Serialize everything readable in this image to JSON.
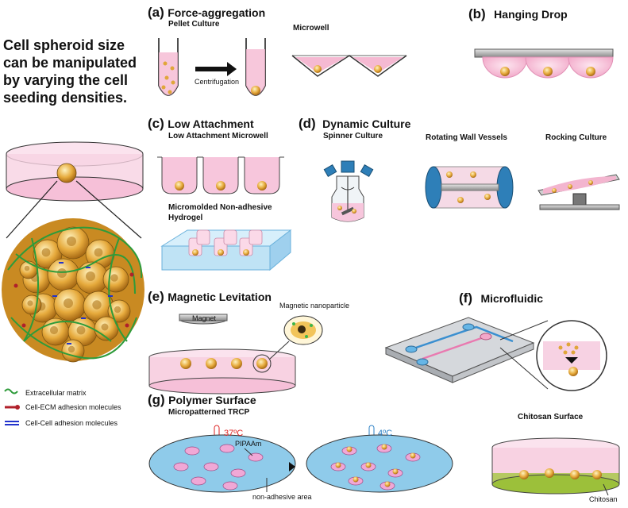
{
  "intro": {
    "line1": "Cell spheroid size",
    "line2": "can be manipulated",
    "line3": "by varying the cell",
    "line4": "seeding densities."
  },
  "legend": [
    {
      "label": "Extracellular matrix",
      "color": "#2e9b3a"
    },
    {
      "label": "Cell-ECM adhesion molecules",
      "color": "#b0202a"
    },
    {
      "label": "Cell-Cell adhesion molecules",
      "color": "#2233cc"
    }
  ],
  "sections": {
    "a": {
      "letter": "(a)",
      "title": "Force-aggregation",
      "pellet": "Pellet Culture",
      "microwell": "Microwell",
      "arrow_label": "Centrifugation"
    },
    "b": {
      "letter": "(b)",
      "title": "Hanging Drop"
    },
    "c": {
      "letter": "(c)",
      "title": "Low Attachment",
      "microwell": "Low Attachment Microwell",
      "hydrogel_1": "Micromolded Non-adhesive",
      "hydrogel_2": "Hydrogel"
    },
    "d": {
      "letter": "(d)",
      "title": "Dynamic Culture",
      "spinner": "Spinner Culture",
      "rotating": "Rotating Wall Vessels",
      "rocking": "Rocking Culture"
    },
    "e": {
      "letter": "(e)",
      "title": "Magnetic Levitation",
      "magnet": "Magnet",
      "nanoparticle": "Magnetic nanoparticle"
    },
    "f": {
      "letter": "(f)",
      "title": "Microfluidic"
    },
    "g": {
      "letter": "(g)",
      "title": "Polymer Surface",
      "trcp": "Micropatterned TRCP",
      "temp_hot": "37ºC",
      "temp_cold": "4ºC",
      "pipaam": "PIPAAm",
      "non_adhesive": "non-adhesive area",
      "chitosan_surface": "Chitosan Surface",
      "chitosan": "Chitosan"
    }
  },
  "colors": {
    "pink": "#f7c6dc",
    "pink_dark": "#e98ab4",
    "spheroid": "#e0a63a",
    "blue_gel": "#bfe3f5",
    "dish_blue": "#8fcbea",
    "chitosan_green": "#9cc03a"
  }
}
